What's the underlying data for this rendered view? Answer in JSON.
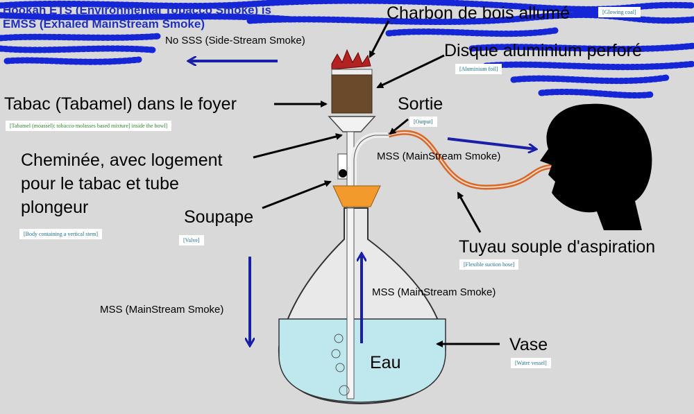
{
  "header": {
    "ets_line1": "Hookah ETS (Environmental Tobacco Smoke) is",
    "ets_line2": "EMSS (Exhaled MainStream Smoke)"
  },
  "labels": {
    "charcoal": "Charbon de bois allumé",
    "charcoal_note": "[Glowing coal]",
    "foil": "Disque aluminium perforé",
    "foil_note": "[Aluminium foil]",
    "no_sss": "No SSS (Side-Stream Smoke)",
    "tobacco": "Tabac (Tabamel) dans le foyer",
    "tobacco_note": "[Tabamel (moassel): tobacco-molasses based mixture] inside the bowl]",
    "output": "Sortie",
    "output_note": "[Output]",
    "chimney_1": "Cheminée, avec logement",
    "chimney_2": "pour le tabac et tube",
    "chimney_3": "plongeur",
    "chimney_note": "[Body containing a vertical stem]",
    "valve": "Soupape",
    "valve_note": "[Valve]",
    "mss_hose": "MSS (MainStream Smoke)",
    "hose": "Tuyau souple d'aspiration",
    "hose_note": "[Flexible suction hose]",
    "mss_left": "MSS (MainStream Smoke)",
    "mss_center": "MSS (MainStream Smoke)",
    "vase": "Vase",
    "vase_note": "[Water vessel]",
    "water": "Eau"
  },
  "colors": {
    "background": "#d9d9d9",
    "smoke_blue": "#1426d6",
    "arrow_blue": "#1a1fa8",
    "water": "#bfe8ee",
    "hose": "#d8682a",
    "funnel": "#f39a2c",
    "tobacco": "#6b4a2c",
    "flame": "#b22222"
  }
}
